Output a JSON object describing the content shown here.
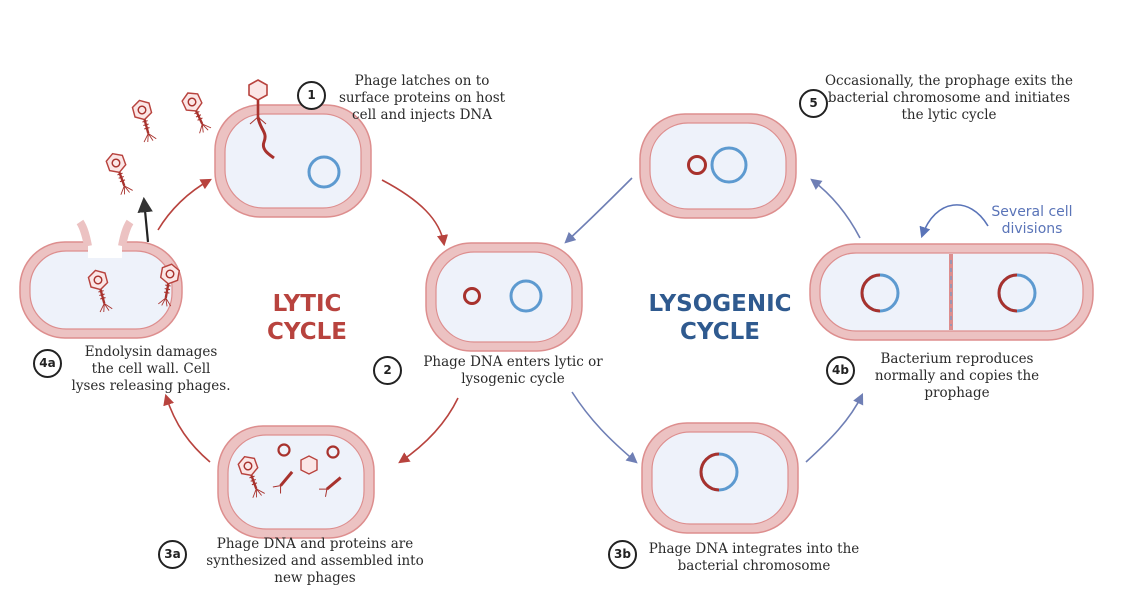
{
  "colors": {
    "lytic": "#b8433e",
    "lysogenic": "#2f5a8f",
    "lysogenic_arrow": "#6f7fb5",
    "cell_fill": "#eef2fa",
    "cell_outer": "#ecc2c2",
    "cell_inner": "#dd8e8e",
    "chromosome": "#5d9ad0",
    "phage_dna": "#a8322d",
    "note_blue": "#5a74b8"
  },
  "labels": {
    "lytic_line1": "LYTIC",
    "lytic_line2": "CYCLE",
    "lysogenic_line1": "LYSOGENIC",
    "lysogenic_line2": "CYCLE",
    "several_line1": "Several cell",
    "several_line2": "divisions"
  },
  "steps": {
    "s1": {
      "badge": "1",
      "lines": [
        "Phage latches on to",
        "surface proteins on host",
        "cell and injects DNA"
      ]
    },
    "s2": {
      "badge": "2",
      "lines": [
        "Phage DNA enters lytic or",
        "lysogenic cycle"
      ]
    },
    "s3a": {
      "badge": "3a",
      "lines": [
        "Phage DNA and proteins are",
        "synthesized and assembled into",
        "new phages"
      ]
    },
    "s3b": {
      "badge": "3b",
      "lines": [
        "Phage DNA integrates into the",
        "bacterial chromosome"
      ]
    },
    "s4a": {
      "badge": "4a",
      "lines": [
        "Endolysin damages",
        "the cell wall. Cell",
        "lyses releasing phages."
      ]
    },
    "s4b": {
      "badge": "4b",
      "lines": [
        "Bacterium reproduces",
        "normally and copies the",
        "prophage"
      ]
    },
    "s5": {
      "badge": "5",
      "lines": [
        "Occasionally, the prophage exits the",
        "bacterial chromosome and initiates",
        "the lytic cycle"
      ]
    }
  }
}
